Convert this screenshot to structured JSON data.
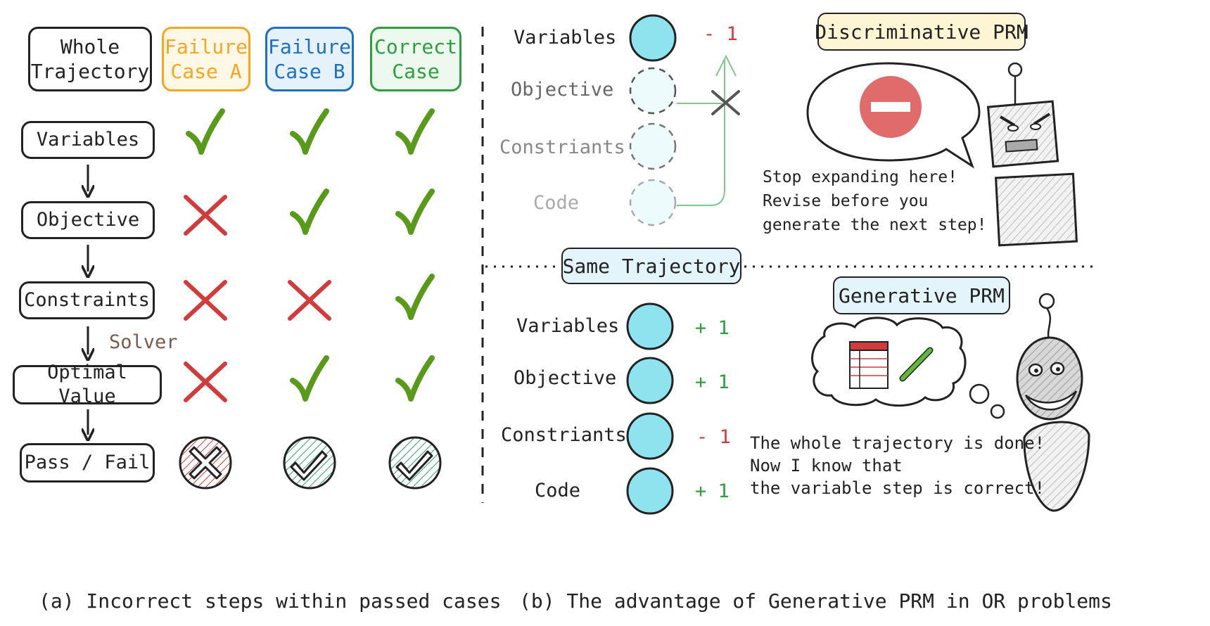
{
  "panel_a": {
    "columns": [
      {
        "label": "Whole\nTrajectory",
        "color": "#222222",
        "bg": "#ffffff"
      },
      {
        "label": "Failure\nCase A",
        "color": "#f5a623",
        "bg": "#fff8e6"
      },
      {
        "label": "Failure\nCase B",
        "color": "#1f6fc5",
        "bg": "#e6f2fb"
      },
      {
        "label": "Correct\nCase",
        "color": "#2e9e3e",
        "bg": "#edf8ee"
      }
    ],
    "steps": [
      "Variables",
      "Objective",
      "Constraints",
      "Optimal Value",
      "Pass / Fail"
    ],
    "solver_label": "Solver",
    "marks": [
      [
        "check",
        "check",
        "check"
      ],
      [
        "cross",
        "check",
        "check"
      ],
      [
        "cross",
        "cross",
        "check"
      ],
      [
        "cross",
        "check",
        "check"
      ],
      [
        "fail",
        "pass",
        "pass"
      ]
    ],
    "caption": "(a) Incorrect steps within passed cases"
  },
  "panel_b": {
    "discriminative": {
      "title": "Discriminative PRM",
      "steps": [
        {
          "label": "Variables",
          "score": "- 1",
          "state": "active"
        },
        {
          "label": "Objective",
          "score": "",
          "state": "dashed"
        },
        {
          "label": "Constriants",
          "score": "",
          "state": "dashed"
        },
        {
          "label": "Code",
          "score": "",
          "state": "dashed"
        }
      ],
      "speech": "Stop expanding here!\nRevise before you\ngenerate the next step!"
    },
    "same_trajectory": "Same Trajectory",
    "generative": {
      "title": "Generative PRM",
      "steps": [
        {
          "label": "Variables",
          "score": "+ 1"
        },
        {
          "label": "Objective",
          "score": "+ 1"
        },
        {
          "label": "Constriants",
          "score": "- 1"
        },
        {
          "label": "Code",
          "score": "+ 1"
        }
      ],
      "speech": "The whole trajectory is done!\nNow I know that\nthe variable step is correct!"
    },
    "caption": "(b) The advantage of Generative PRM in OR problems"
  },
  "colors": {
    "check": "#5a9a1a",
    "cross": "#d13b3b",
    "node": "#8fe3ef",
    "node_faded": "#eefbfd",
    "score_pos": "#2e9e3e",
    "score_neg": "#d13b3b",
    "solver": "#7a5a4a",
    "tag_yellow": "#fdf5d3",
    "tag_blue": "#e3f4fb",
    "stop_red": "#e06b6b"
  }
}
